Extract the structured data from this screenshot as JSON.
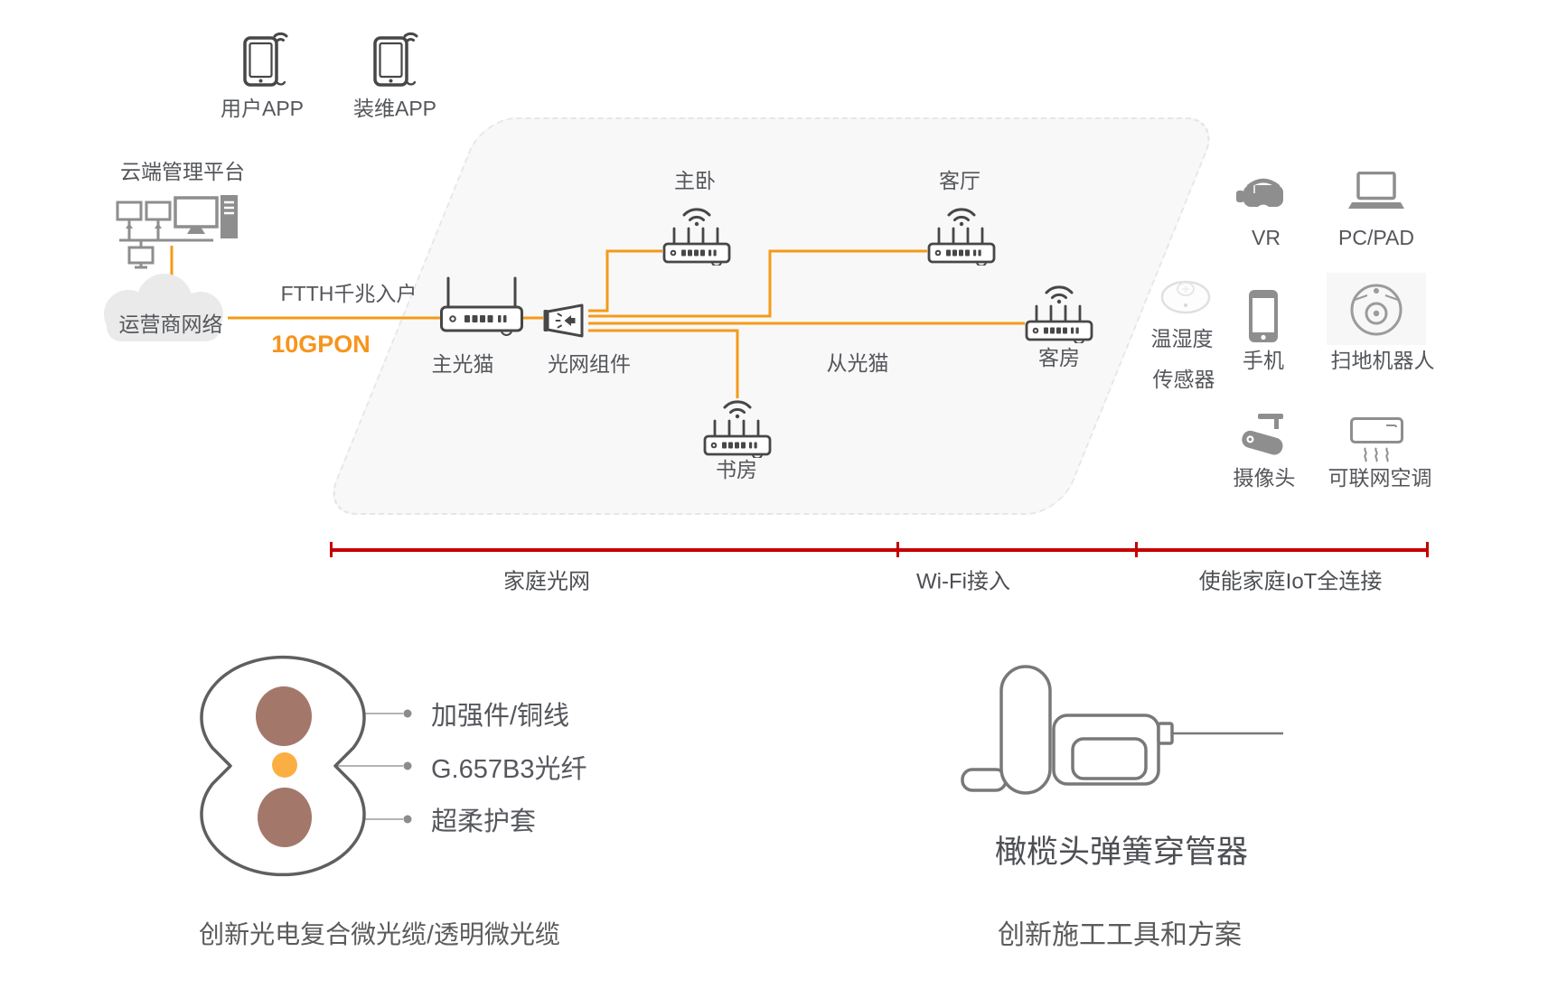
{
  "apps": [
    {
      "label": "用户APP"
    },
    {
      "label": "装维APP"
    }
  ],
  "cloud_platform": {
    "label": "云端管理平台"
  },
  "operator_network": {
    "label": "运营商网络"
  },
  "access": {
    "ftth_label": "FTTH千兆入户",
    "pon_label": "10GPON"
  },
  "home_network": {
    "main_ont": "主光猫",
    "optical_component": "光网组件",
    "slave_ont_label": "从光猫",
    "rooms": [
      {
        "name": "主卧"
      },
      {
        "name": "客厅"
      },
      {
        "name": "客房"
      },
      {
        "name": "书房"
      }
    ]
  },
  "iot_devices": [
    {
      "name": "VR",
      "icon": "vr-headset"
    },
    {
      "name": "PC/PAD",
      "icon": "laptop"
    },
    {
      "name": "温湿度",
      "name2": "传感器",
      "icon": "temp-humidity-sensor"
    },
    {
      "name": "手机",
      "icon": "smartphone"
    },
    {
      "name": "扫地机器人",
      "icon": "robot-vacuum"
    },
    {
      "name": "摄像头",
      "icon": "cctv-camera"
    },
    {
      "name": "可联网空调",
      "icon": "air-conditioner"
    }
  ],
  "segments": [
    {
      "label": "家庭光网"
    },
    {
      "label": "Wi-Fi接入"
    },
    {
      "label": "使能家庭IoT全连接"
    }
  ],
  "cable_figure": {
    "callouts": [
      "加强件/铜线",
      "G.657B3光纤",
      "超柔护套"
    ],
    "caption": "创新光电复合微光缆/透明微光缆"
  },
  "tool_figure": {
    "label": "橄榄头弹簧穿管器",
    "caption": "创新施工工具和方案"
  },
  "colors": {
    "accent_orange": "#F59A18",
    "pon_text_orange": "#F7941D",
    "bracket_red": "#C40000",
    "device_gray": "#8E8E8E",
    "outline_dark": "#474747",
    "cable_brown": "#A3786B",
    "fiber_orange": "#FBAF42"
  }
}
